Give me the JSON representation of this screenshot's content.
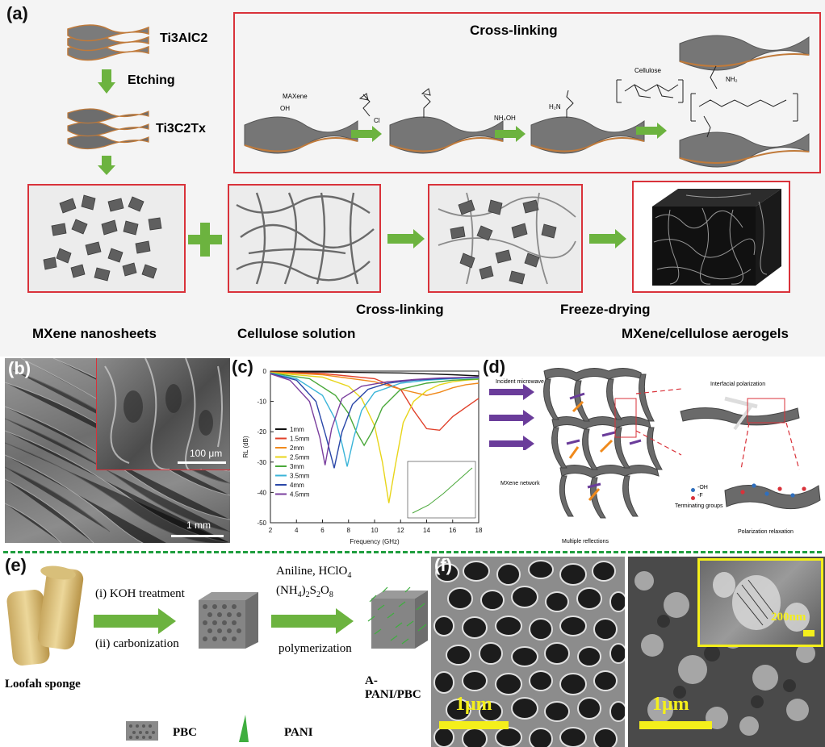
{
  "panel_a": {
    "label": "(a)",
    "ti3alc2": "Ti3AlC2",
    "etching": "Etching",
    "ti3c2tx": "Ti3C2Tx",
    "crosslink_title": "Cross-linking",
    "maxene": "MAXene",
    "oh": "OH",
    "cl": "Cl",
    "nh4oh": "NH₄OH",
    "h2n": "H₂N",
    "cellulose_small": "Cellulose",
    "nh2": "NH₂",
    "mxene_nanosheets": "MXene nanosheets",
    "cellulose_solution": "Cellulose solution",
    "crosslinking_step": "Cross-linking",
    "freeze_drying": "Freeze-drying",
    "aerogels": "MXene/cellulose aerogels"
  },
  "panel_b": {
    "label": "(b)",
    "scale_inset": "100 μm",
    "scale_main": "1 mm"
  },
  "panel_c": {
    "label": "(c)",
    "xlabel": "Frequency (GHz)",
    "ylabel": "RL (dB)"
  },
  "chart_data": {
    "type": "line",
    "xlabel": "Frequency (GHz)",
    "ylabel": "RL (dB)",
    "xlim": [
      2,
      18
    ],
    "ylim": [
      -50,
      0
    ],
    "xticks": [
      2,
      4,
      6,
      8,
      10,
      12,
      14,
      16,
      18
    ],
    "yticks": [
      0,
      -10,
      -20,
      -30,
      -40,
      -50
    ],
    "legend_position": "left",
    "series": [
      {
        "name": "1mm",
        "color": "#111111",
        "x": [
          2,
          6,
          10,
          12,
          14,
          16,
          18
        ],
        "y": [
          -0.2,
          -0.3,
          -0.5,
          -0.6,
          -0.9,
          -1.2,
          -1.6
        ]
      },
      {
        "name": "1.5mm",
        "color": "#e0402a",
        "x": [
          2,
          6,
          10,
          12,
          13,
          14,
          15,
          16,
          17,
          18
        ],
        "y": [
          -0.3,
          -0.8,
          -2.5,
          -6,
          -13,
          -19,
          -19.5,
          -15,
          -12,
          -9
        ]
      },
      {
        "name": "2mm",
        "color": "#f08a1c",
        "x": [
          2,
          6,
          10,
          12,
          14,
          15,
          16,
          17,
          18
        ],
        "y": [
          -0.4,
          -1.2,
          -3.5,
          -6,
          -8,
          -7,
          -5.5,
          -4.5,
          -4
        ]
      },
      {
        "name": "2.5mm",
        "color": "#e8d51a",
        "x": [
          2,
          6,
          8,
          9,
          10,
          10.6,
          11.1,
          11.6,
          12.2,
          13,
          14,
          15,
          16,
          17,
          18
        ],
        "y": [
          -0.5,
          -2,
          -5,
          -9,
          -18,
          -30,
          -43.5,
          -31,
          -17,
          -10,
          -6.5,
          -4.5,
          -3.5,
          -3,
          -2.7
        ]
      },
      {
        "name": "3mm",
        "color": "#4aa83a",
        "x": [
          2,
          5,
          7,
          8,
          8.6,
          9.2,
          9.8,
          10.6,
          12,
          14,
          16,
          18
        ],
        "y": [
          -0.6,
          -2.5,
          -8,
          -14,
          -20,
          -24.5,
          -20,
          -12,
          -6,
          -4,
          -3,
          -2.6
        ]
      },
      {
        "name": "3.5mm",
        "color": "#3ab4d8",
        "x": [
          2,
          4,
          6,
          7,
          7.5,
          7.9,
          8.4,
          9,
          10,
          12,
          14,
          16,
          18
        ],
        "y": [
          -0.7,
          -2.5,
          -8,
          -16,
          -24,
          -31.5,
          -22,
          -13,
          -7,
          -4,
          -3,
          -2.5,
          -2.2
        ]
      },
      {
        "name": "4mm",
        "color": "#2a47a8",
        "x": [
          2,
          4,
          5.5,
          6.3,
          6.9,
          7.5,
          8.3,
          9.5,
          11,
          13,
          15,
          18
        ],
        "y": [
          -0.8,
          -3,
          -10,
          -22,
          -32,
          -20,
          -11,
          -6,
          -4,
          -3,
          -2.5,
          -2
        ]
      },
      {
        "name": "4.5mm",
        "color": "#7a3f9e",
        "x": [
          2,
          3.5,
          5,
          5.8,
          6.2,
          6.7,
          7.5,
          9,
          11,
          13,
          15,
          18
        ],
        "y": [
          -0.9,
          -3,
          -10,
          -22,
          -31,
          -19,
          -9,
          -5,
          -3.5,
          -2.8,
          -2.3,
          -2
        ]
      }
    ]
  },
  "panel_d": {
    "label": "(d)",
    "incident": "Incident microwave",
    "interfacial": "Interfacial polarization",
    "mxene_network": "MXene network",
    "oh": "-OH",
    "f": "-F",
    "terminating": "Terminating groups",
    "multiple": "Multiple reflections",
    "relaxation": "Polarization relaxation"
  },
  "panel_e": {
    "label": "(e)",
    "koh": "(i) KOH treatment",
    "carbonization": "(ii) carbonization",
    "aniline": "Aniline, HClO",
    "aniline_sub": "4",
    "persulfate": "(NH",
    "polymerization": "polymerization",
    "loofah": "Loofah sponge",
    "apani": "A-PANI/PBC",
    "pbc": "PBC",
    "pani": "PANI"
  },
  "panel_f": {
    "label": "(f)",
    "scale1": "1μm",
    "scale2": "1μm",
    "scale_inset": "200nm"
  },
  "colors": {
    "red_box": "#d9323a",
    "arrow_green": "#6cb33f",
    "dashed_green": "#1f9e3f",
    "scalebar_yellow": "#f4ef1b"
  }
}
